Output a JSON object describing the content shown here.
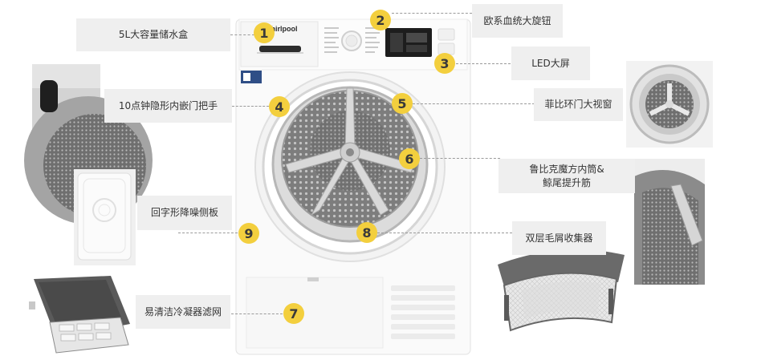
{
  "features": [
    {
      "number": "1",
      "label": "5L大容量储水盒"
    },
    {
      "number": "2",
      "label": "欧系血统大旋钮"
    },
    {
      "number": "3",
      "label": "LED大屏"
    },
    {
      "number": "4",
      "label": "10点钟隐形内嵌门把手"
    },
    {
      "number": "5",
      "label": "菲比环门大视窗"
    },
    {
      "number": "6",
      "label_line1": "鲁比克魔方内筒&",
      "label_line2": "鲸尾提升筋"
    },
    {
      "number": "7",
      "label": "易清洁冷凝器滤网"
    },
    {
      "number": "8",
      "label": "双层毛屑收集器"
    },
    {
      "number": "9",
      "label": "回字形降噪侧板"
    }
  ],
  "brand": "Whirlpool",
  "colors": {
    "badge": "#f3cf3e",
    "label_bg": "#efefef",
    "leader": "#9a9a9a",
    "drum": "#8c8c8c",
    "door_ring": "#d9d9d9"
  },
  "icons": [
    "handle-thumbnail",
    "door-window-thumbnail",
    "drum-lifter-thumbnail",
    "side-panel-thumbnail",
    "condenser-filter-thumbnail",
    "lint-filter-thumbnail"
  ]
}
